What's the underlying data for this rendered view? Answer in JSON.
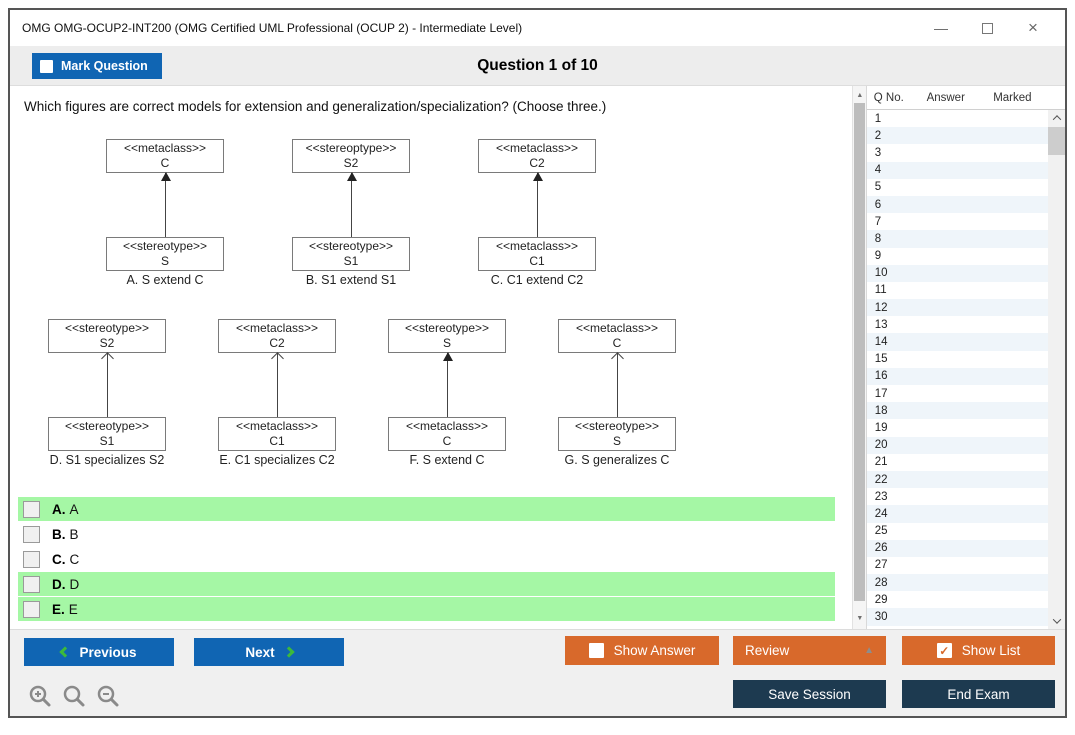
{
  "window": {
    "title": "OMG OMG-OCUP2-INT200 (OMG Certified UML Professional (OCUP 2) - Intermediate Level)",
    "controls": {
      "minimize": "—",
      "close": "×"
    }
  },
  "header": {
    "mark_question_label": "Mark Question",
    "question_counter": "Question 1 of 10"
  },
  "question": {
    "text": "Which figures are correct models for extension and generalization/specialization? (Choose three.)"
  },
  "figures": {
    "row1": [
      {
        "top_stereo": "<<metaclass>>",
        "top_name": "C",
        "bottom_stereo": "<<stereotype>>",
        "bottom_name": "S",
        "caption": "A. S extend C",
        "open_arrow": false
      },
      {
        "top_stereo": "<<stereoptype>>",
        "top_name": "S2",
        "bottom_stereo": "<<stereotype>>",
        "bottom_name": "S1",
        "caption": "B. S1 extend S1",
        "open_arrow": false
      },
      {
        "top_stereo": "<<metaclass>>",
        "top_name": "C2",
        "bottom_stereo": "<<metaclass>>",
        "bottom_name": "C1",
        "caption": "C. C1 extend C2",
        "open_arrow": false
      }
    ],
    "row2": [
      {
        "top_stereo": "<<stereotype>>",
        "top_name": "S2",
        "bottom_stereo": "<<stereotype>>",
        "bottom_name": "S1",
        "caption": "D. S1 specializes S2",
        "open_arrow": true
      },
      {
        "top_stereo": "<<metaclass>>",
        "top_name": "C2",
        "bottom_stereo": "<<metaclass>>",
        "bottom_name": "C1",
        "caption": "E. C1 specializes C2",
        "open_arrow": true
      },
      {
        "top_stereo": "<<stereotype>>",
        "top_name": "S",
        "bottom_stereo": "<<metaclass>>",
        "bottom_name": "C",
        "caption": "F. S extend C",
        "open_arrow": false
      },
      {
        "top_stereo": "<<metaclass>>",
        "top_name": "C",
        "bottom_stereo": "<<stereotype>>",
        "bottom_name": "S",
        "caption": "G. S generalizes C",
        "open_arrow": true
      }
    ]
  },
  "options": [
    {
      "letter": "A.",
      "text": "A",
      "highlight": true
    },
    {
      "letter": "B.",
      "text": "B",
      "highlight": false
    },
    {
      "letter": "C.",
      "text": "C",
      "highlight": false
    },
    {
      "letter": "D.",
      "text": "D",
      "highlight": true
    },
    {
      "letter": "E.",
      "text": "E",
      "highlight": true
    }
  ],
  "question_list": {
    "headers": {
      "q_no": "Q No.",
      "answer": "Answer",
      "marked": "Marked"
    },
    "rows": [
      {
        "q": "1"
      },
      {
        "q": "2"
      },
      {
        "q": "3"
      },
      {
        "q": "4"
      },
      {
        "q": "5"
      },
      {
        "q": "6"
      },
      {
        "q": "7"
      },
      {
        "q": "8"
      },
      {
        "q": "9"
      },
      {
        "q": "10"
      },
      {
        "q": "11"
      },
      {
        "q": "12"
      },
      {
        "q": "13"
      },
      {
        "q": "14"
      },
      {
        "q": "15"
      },
      {
        "q": "16"
      },
      {
        "q": "17"
      },
      {
        "q": "18"
      },
      {
        "q": "19"
      },
      {
        "q": "20"
      },
      {
        "q": "21"
      },
      {
        "q": "22"
      },
      {
        "q": "23"
      },
      {
        "q": "24"
      },
      {
        "q": "25"
      },
      {
        "q": "26"
      },
      {
        "q": "27"
      },
      {
        "q": "28"
      },
      {
        "q": "29"
      },
      {
        "q": "30"
      }
    ]
  },
  "footer": {
    "previous_label": "Previous",
    "next_label": "Next",
    "show_answer_label": "Show Answer",
    "review_label": "Review",
    "show_list_label": "Show List",
    "save_session_label": "Save Session",
    "end_exam_label": "End Exam"
  },
  "icons": {
    "check": "✓",
    "review_caret": "▲"
  },
  "colors": {
    "accent_blue": "#1065b3",
    "accent_orange": "#d8692b",
    "accent_navy": "#1d3a50",
    "correct_green": "#a5f7a5",
    "chevron_green": "#3cb93c"
  }
}
